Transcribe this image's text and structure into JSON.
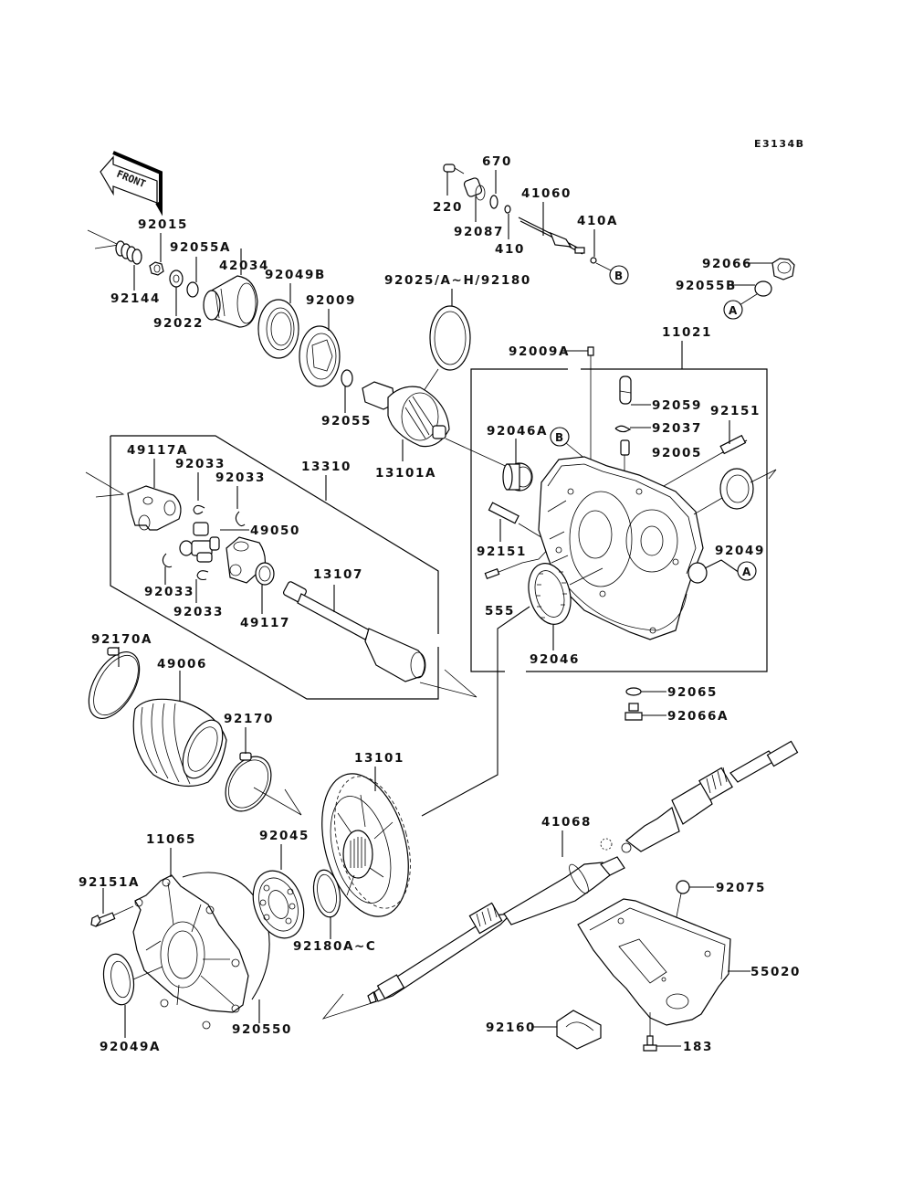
{
  "diagram": {
    "code": "E3134B",
    "front_label": "FRONT",
    "ref_markers": {
      "a": "A",
      "b": "B"
    },
    "labels": {
      "p220": "220",
      "p670": "670",
      "p92087": "92087",
      "p410": "410",
      "p41060": "41060",
      "p410A": "410A",
      "p92066": "92066",
      "p92055B": "92055B",
      "p92015": "92015",
      "p92055A": "92055A",
      "p92144": "92144",
      "p92022": "92022",
      "p42034": "42034",
      "p92049B": "92049B",
      "p92009": "92009",
      "p92025": "92025/A~H/92180",
      "p92055": "92055",
      "p13101A": "13101A",
      "p92009A": "92009A",
      "p11021": "11021",
      "p92059": "92059",
      "p92037": "92037",
      "p92151_top": "92151",
      "p92005": "92005",
      "p92046A": "92046A",
      "p92151_left": "92151",
      "p92049": "92049",
      "p555": "555",
      "p92046": "92046",
      "p92065": "92065",
      "p92066A": "92066A",
      "p49117A": "49117A",
      "p92033_a": "92033",
      "p92033_b": "92033",
      "p13310": "13310",
      "p49050": "49050",
      "p92033_c": "92033",
      "p92033_d": "92033",
      "p13107": "13107",
      "p49117": "49117",
      "p92170A": "92170A",
      "p49006": "49006",
      "p92170": "92170",
      "p13101": "13101",
      "p11065": "11065",
      "p92045": "92045",
      "p92151A": "92151A",
      "p92180A": "92180A~C",
      "p92049A": "92049A",
      "p920550": "920550",
      "p41068": "41068",
      "p92075": "92075",
      "p55020": "55020",
      "p92160": "92160",
      "p183": "183"
    }
  }
}
